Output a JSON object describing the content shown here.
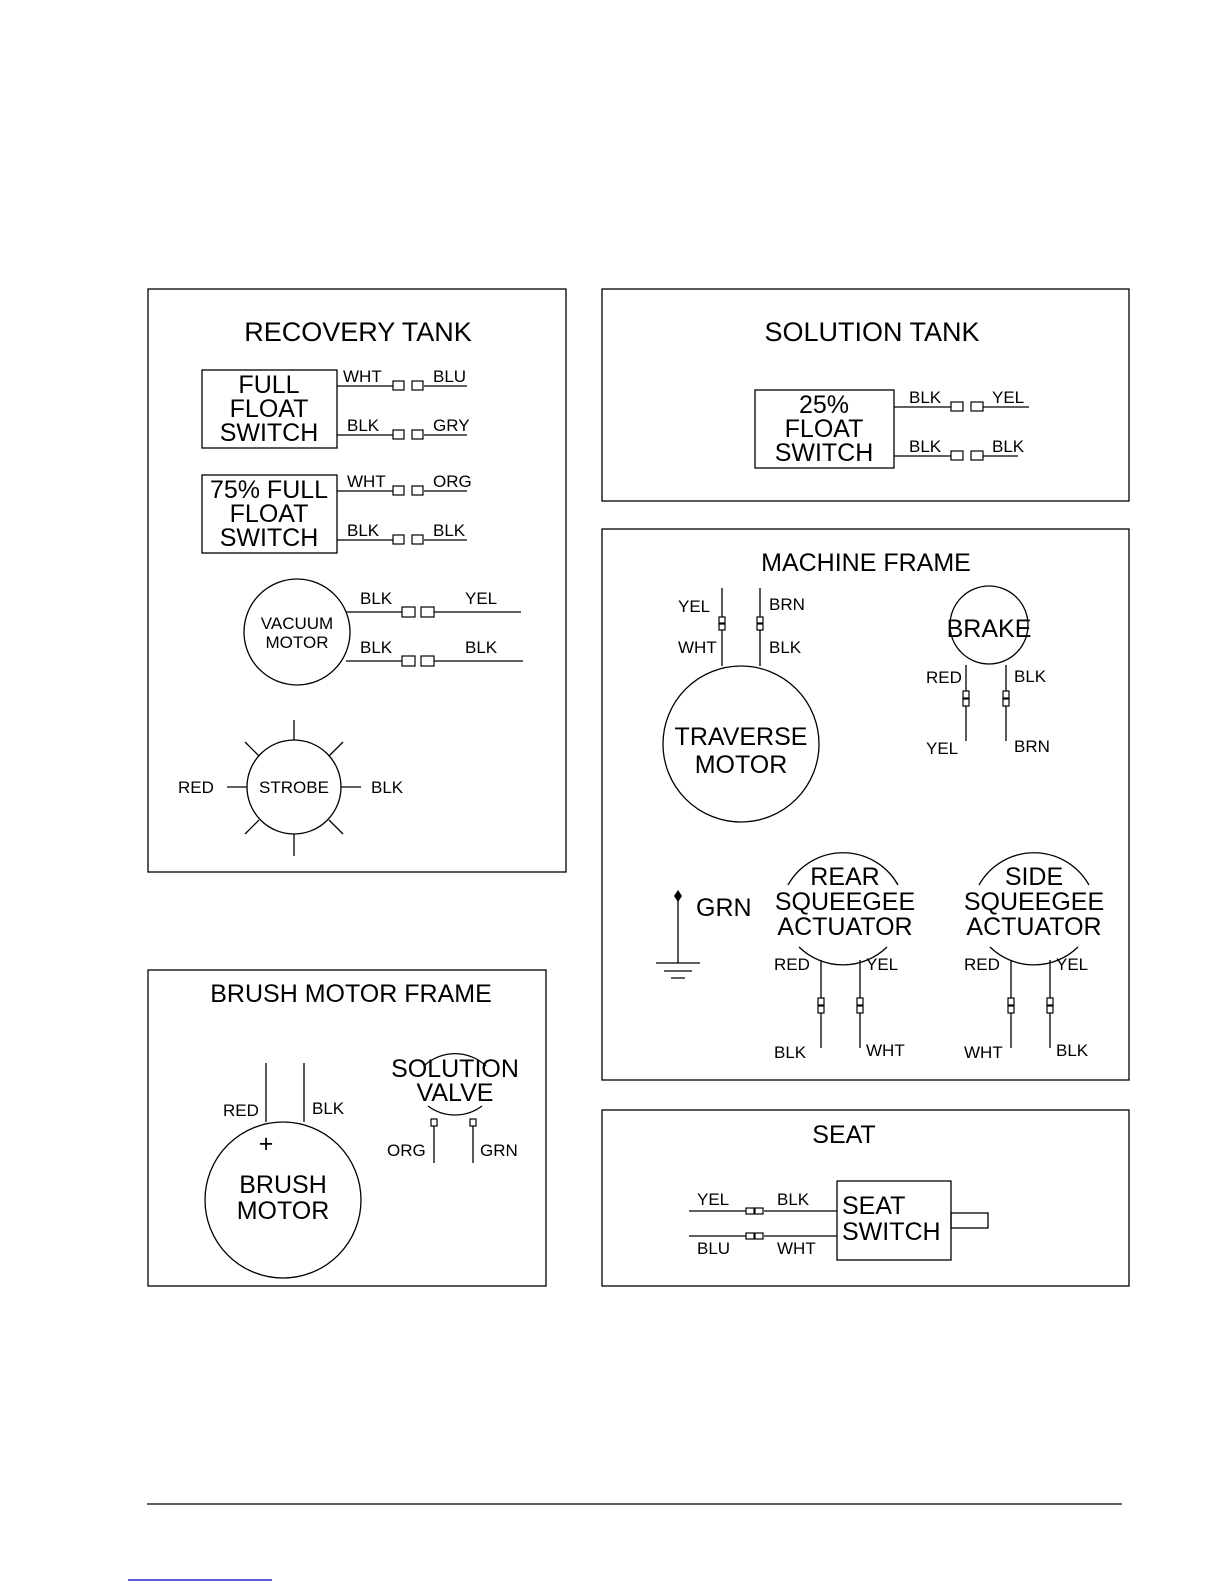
{
  "recovery_tank": {
    "title": "RECOVERY TANK",
    "full_float": {
      "label": [
        "FULL",
        "FLOAT",
        "SWITCH"
      ],
      "wires": [
        {
          "left": "WHT",
          "right": "BLU"
        },
        {
          "left": "BLK",
          "right": "GRY"
        }
      ]
    },
    "float75": {
      "label": [
        "75% FULL",
        "FLOAT",
        "SWITCH"
      ],
      "wires": [
        {
          "left": "WHT",
          "right": "ORG"
        },
        {
          "left": "BLK",
          "right": "BLK"
        }
      ]
    },
    "vacuum_motor": {
      "label": [
        "VACUUM",
        "MOTOR"
      ],
      "wires": [
        {
          "left": "BLK",
          "right": "YEL"
        },
        {
          "left": "BLK",
          "right": "BLK"
        }
      ]
    },
    "strobe": {
      "label": "STROBE",
      "left": "RED",
      "right": "BLK"
    }
  },
  "solution_tank": {
    "title": "SOLUTION TANK",
    "float25": {
      "label": [
        "25%",
        "FLOAT",
        "SWITCH"
      ],
      "wires": [
        {
          "left": "BLK",
          "right": "YEL"
        },
        {
          "left": "BLK",
          "right": "BLK"
        }
      ]
    }
  },
  "machine_frame": {
    "title": "MACHINE FRAME",
    "traverse_motor": {
      "label": [
        "TRAVERSE",
        "MOTOR"
      ],
      "top_left": "YEL",
      "top_right": "BRN",
      "bottom_left": "WHT",
      "bottom_right": "BLK"
    },
    "brake": {
      "label": "BRAKE",
      "top_left": "RED",
      "top_right": "BLK",
      "bottom_left": "YEL",
      "bottom_right": "BRN"
    },
    "ground": {
      "label": "GRN"
    },
    "rear_actuator": {
      "label": [
        "REAR",
        "SQUEEGEE",
        "ACTUATOR"
      ],
      "top_left": "RED",
      "top_right": "YEL",
      "bottom_left": "BLK",
      "bottom_right": "WHT"
    },
    "side_actuator": {
      "label": [
        "SIDE",
        "SQUEEGEE",
        "ACTUATOR"
      ],
      "top_left": "RED",
      "top_right": "YEL",
      "bottom_left": "WHT",
      "bottom_right": "BLK"
    }
  },
  "brush_motor_frame": {
    "title": "BRUSH MOTOR FRAME",
    "brush_motor": {
      "label": [
        "BRUSH",
        "MOTOR"
      ],
      "plus": "+",
      "left": "RED",
      "right": "BLK"
    },
    "solution_valve": {
      "label": [
        "SOLUTION",
        "VALVE"
      ],
      "left": "ORG",
      "right": "GRN"
    }
  },
  "seat": {
    "title": "SEAT",
    "switch": {
      "label": [
        "SEAT",
        "SWITCH"
      ],
      "wires": [
        {
          "left": "YEL",
          "right": "BLK"
        },
        {
          "left": "BLU",
          "right": "WHT"
        }
      ]
    }
  }
}
